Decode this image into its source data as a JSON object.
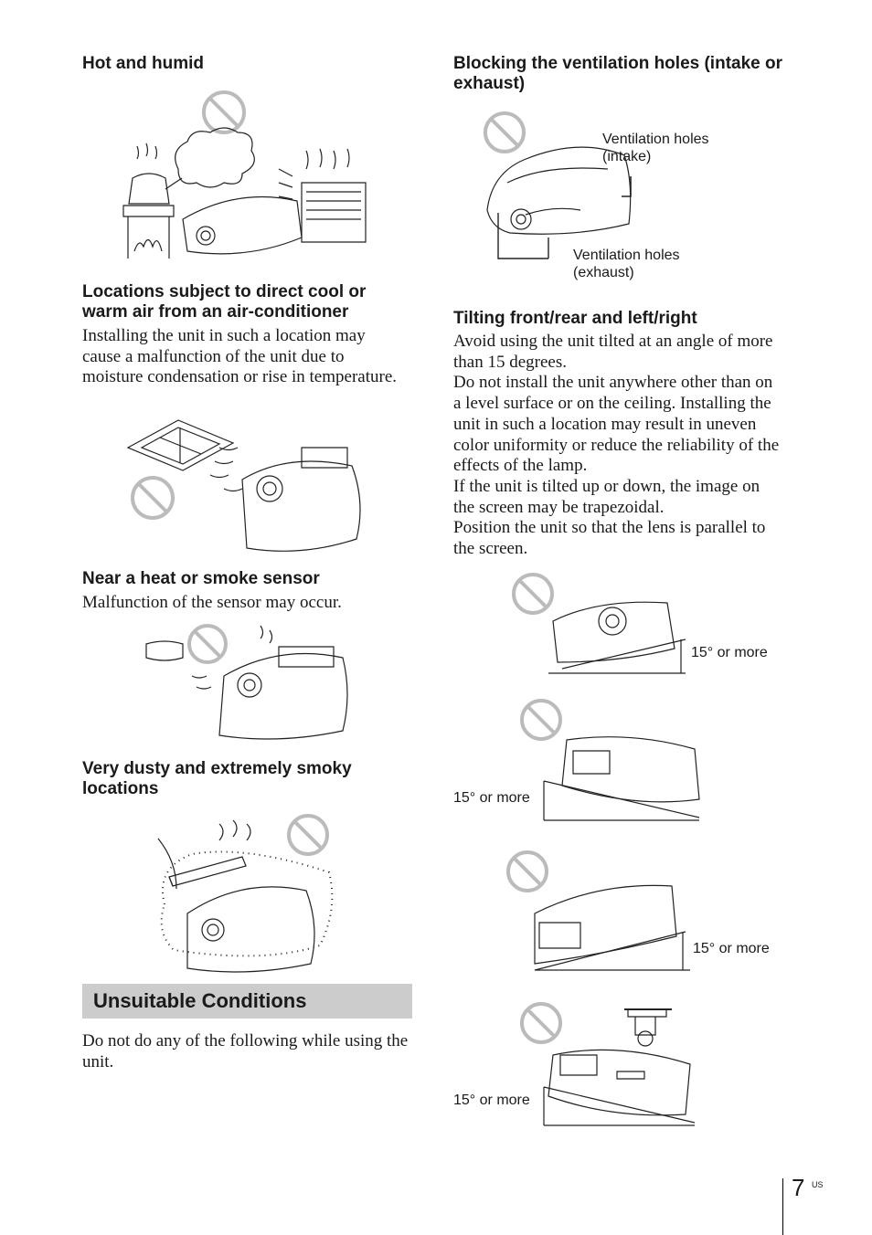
{
  "left_column": {
    "hot_humid": {
      "heading": "Hot and humid"
    },
    "cool_warm_air": {
      "heading": "Locations subject to direct cool or warm air from an air-conditioner",
      "text": "Installing the unit in such a location may cause a malfunction of the unit due to moisture condensation or rise in temperature."
    },
    "heat_sensor": {
      "heading": "Near a heat or smoke sensor",
      "text": "Malfunction of the sensor may occur."
    },
    "dusty": {
      "heading": "Very dusty and extremely smoky locations"
    },
    "section": {
      "title": "Unsuitable Conditions",
      "text": "Do not do any of the following while using the unit."
    }
  },
  "right_column": {
    "ventilation": {
      "heading": "Blocking the ventilation holes (intake or exhaust)",
      "label_intake": "Ventilation holes (intake)",
      "label_exhaust": "Ventilation holes (exhaust)"
    },
    "tilting": {
      "heading": "Tilting front/rear and left/right",
      "text": "Avoid using the unit tilted at an angle of more than 15 degrees.\nDo not install the unit anywhere other than on a level surface or on the ceiling. Installing the unit in such a location may result in uneven color uniformity or reduce the reliability of the effects of the lamp.\nIf the unit is tilted up or down, the image on the screen may be trapezoidal.\nPosition the unit so that the lens is parallel to the screen.",
      "angle_label_1": "15° or more",
      "angle_label_2": "15° or more",
      "angle_label_3": "15° or more",
      "angle_label_4": "15° or more"
    }
  },
  "footer": {
    "page_number": "7",
    "page_suffix": "US"
  },
  "icons": {
    "prohibition": "prohibition-icon"
  }
}
